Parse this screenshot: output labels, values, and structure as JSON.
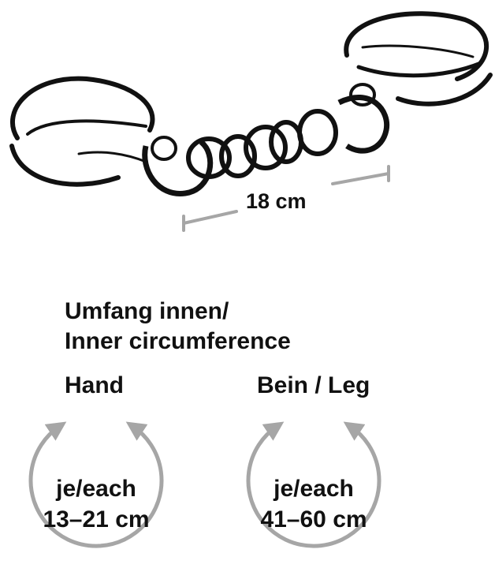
{
  "chain_length": "18 cm",
  "section_title": {
    "line1": "Umfang innen/",
    "line2": "Inner circumference"
  },
  "hand": {
    "label": "Hand",
    "size_line1": "je/each",
    "size_line2": "13–21 cm"
  },
  "leg": {
    "label": "Bein / Leg",
    "size_line1": "je/each",
    "size_line2": "41–60 cm"
  },
  "colors": {
    "ink": "#111111",
    "dimension_gray": "#a6a6a6"
  }
}
